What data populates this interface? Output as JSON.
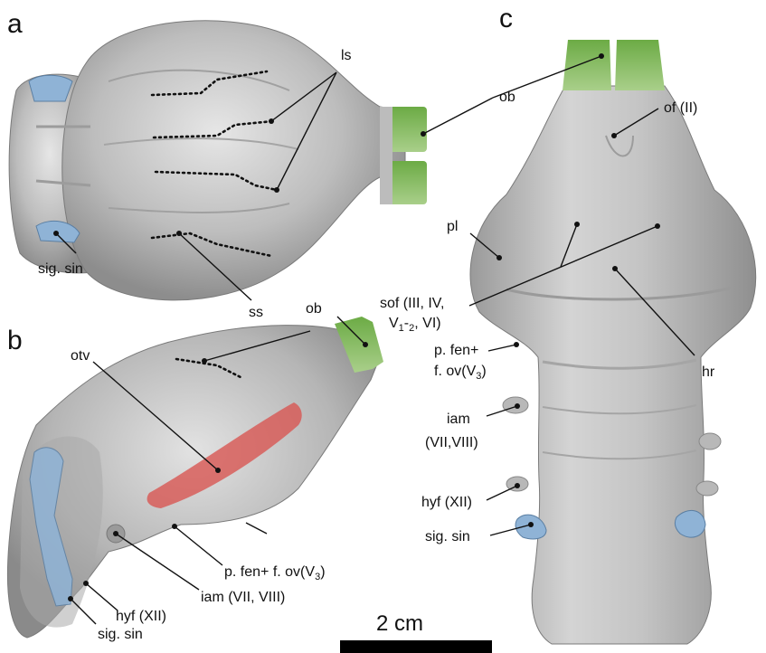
{
  "panels": {
    "a": "a",
    "b": "b",
    "c": "c"
  },
  "labels": {
    "ls": "ls",
    "ob_a": "ob",
    "sig_sin_a": "sig. sin",
    "ss_a": "ss",
    "ob_b": "ob",
    "otv": "otv",
    "p_fen_b": "p. fen+ f. ov(V",
    "p_fen_b_sub": "3",
    "p_fen_b_end": ")",
    "iam_b": "iam (VII, VIII)",
    "hyf_b": "hyf (XII)",
    "sig_sin_b": "sig. sin",
    "of_c": "of (II)",
    "pl_c": "pl",
    "sof_line1": "sof (III, IV,",
    "sof_line2_a": "V",
    "sof_line2_sub": "1",
    "sof_line2_b": "-",
    "sof_line2_sub2": "2",
    "sof_line2_c": ", VI)",
    "p_fen_c_1": "p. fen+",
    "p_fen_c_2": "f. ov(V",
    "p_fen_c_sub": "3",
    "p_fen_c_end": ")",
    "hr_c": "hr",
    "iam_c_1": "iam",
    "iam_c_2": "(VII,VIII)",
    "hyf_c": "hyf (XII)",
    "sig_sin_c": "sig. sin"
  },
  "scale_bar": {
    "label": "2  cm"
  },
  "colors": {
    "bone": "#b9b9b9",
    "bone_light": "#dedede",
    "bone_dark": "#8a8a8a",
    "olfactory": "#7cb657",
    "sinus": "#8fb3d6",
    "otic": "#d9534f"
  }
}
